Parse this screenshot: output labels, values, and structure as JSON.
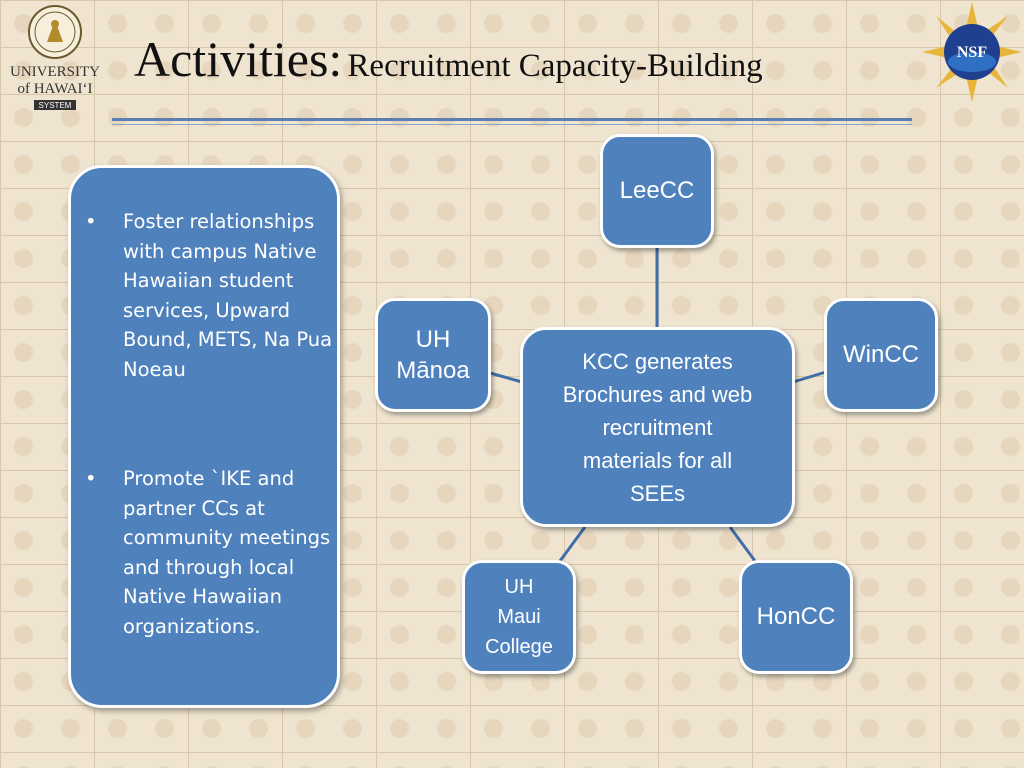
{
  "slide": {
    "title_main": "Activities:",
    "title_sub": "Recruitment Capacity-Building"
  },
  "logos": {
    "left": {
      "line1": "UNIVERSITY",
      "line2": "of HAWAI‘I",
      "line3": "SYSTEM"
    },
    "right": {
      "text": "NSF"
    }
  },
  "left_panel": {
    "bullets": [
      {
        "symbol": "•",
        "text": "Foster relationships with campus Native Hawaiian student services, Upward Bound, METS, Na Pua Noeau"
      },
      {
        "symbol": "•",
        "text": "Promote `IKE and partner CCs at community meetings and through local Native Hawaiian organizations."
      }
    ]
  },
  "diagram": {
    "center": {
      "line1": "KCC generates",
      "line2": "Brochures and web",
      "line3": "recruitment",
      "line4": "materials for all",
      "line5": "SEEs"
    },
    "nodes": {
      "leecc": "LeeCC",
      "wincc": "WinCC",
      "honcc": "HonCC",
      "manoa": {
        "line1": "UH",
        "line2": "Mānoa"
      },
      "maui": {
        "line1": "UH",
        "line2": "Maui",
        "line3": "College"
      }
    }
  },
  "colors": {
    "box_fill": "#4f81bd",
    "connector": "#3f6ea8",
    "background": "#efe4cf"
  }
}
